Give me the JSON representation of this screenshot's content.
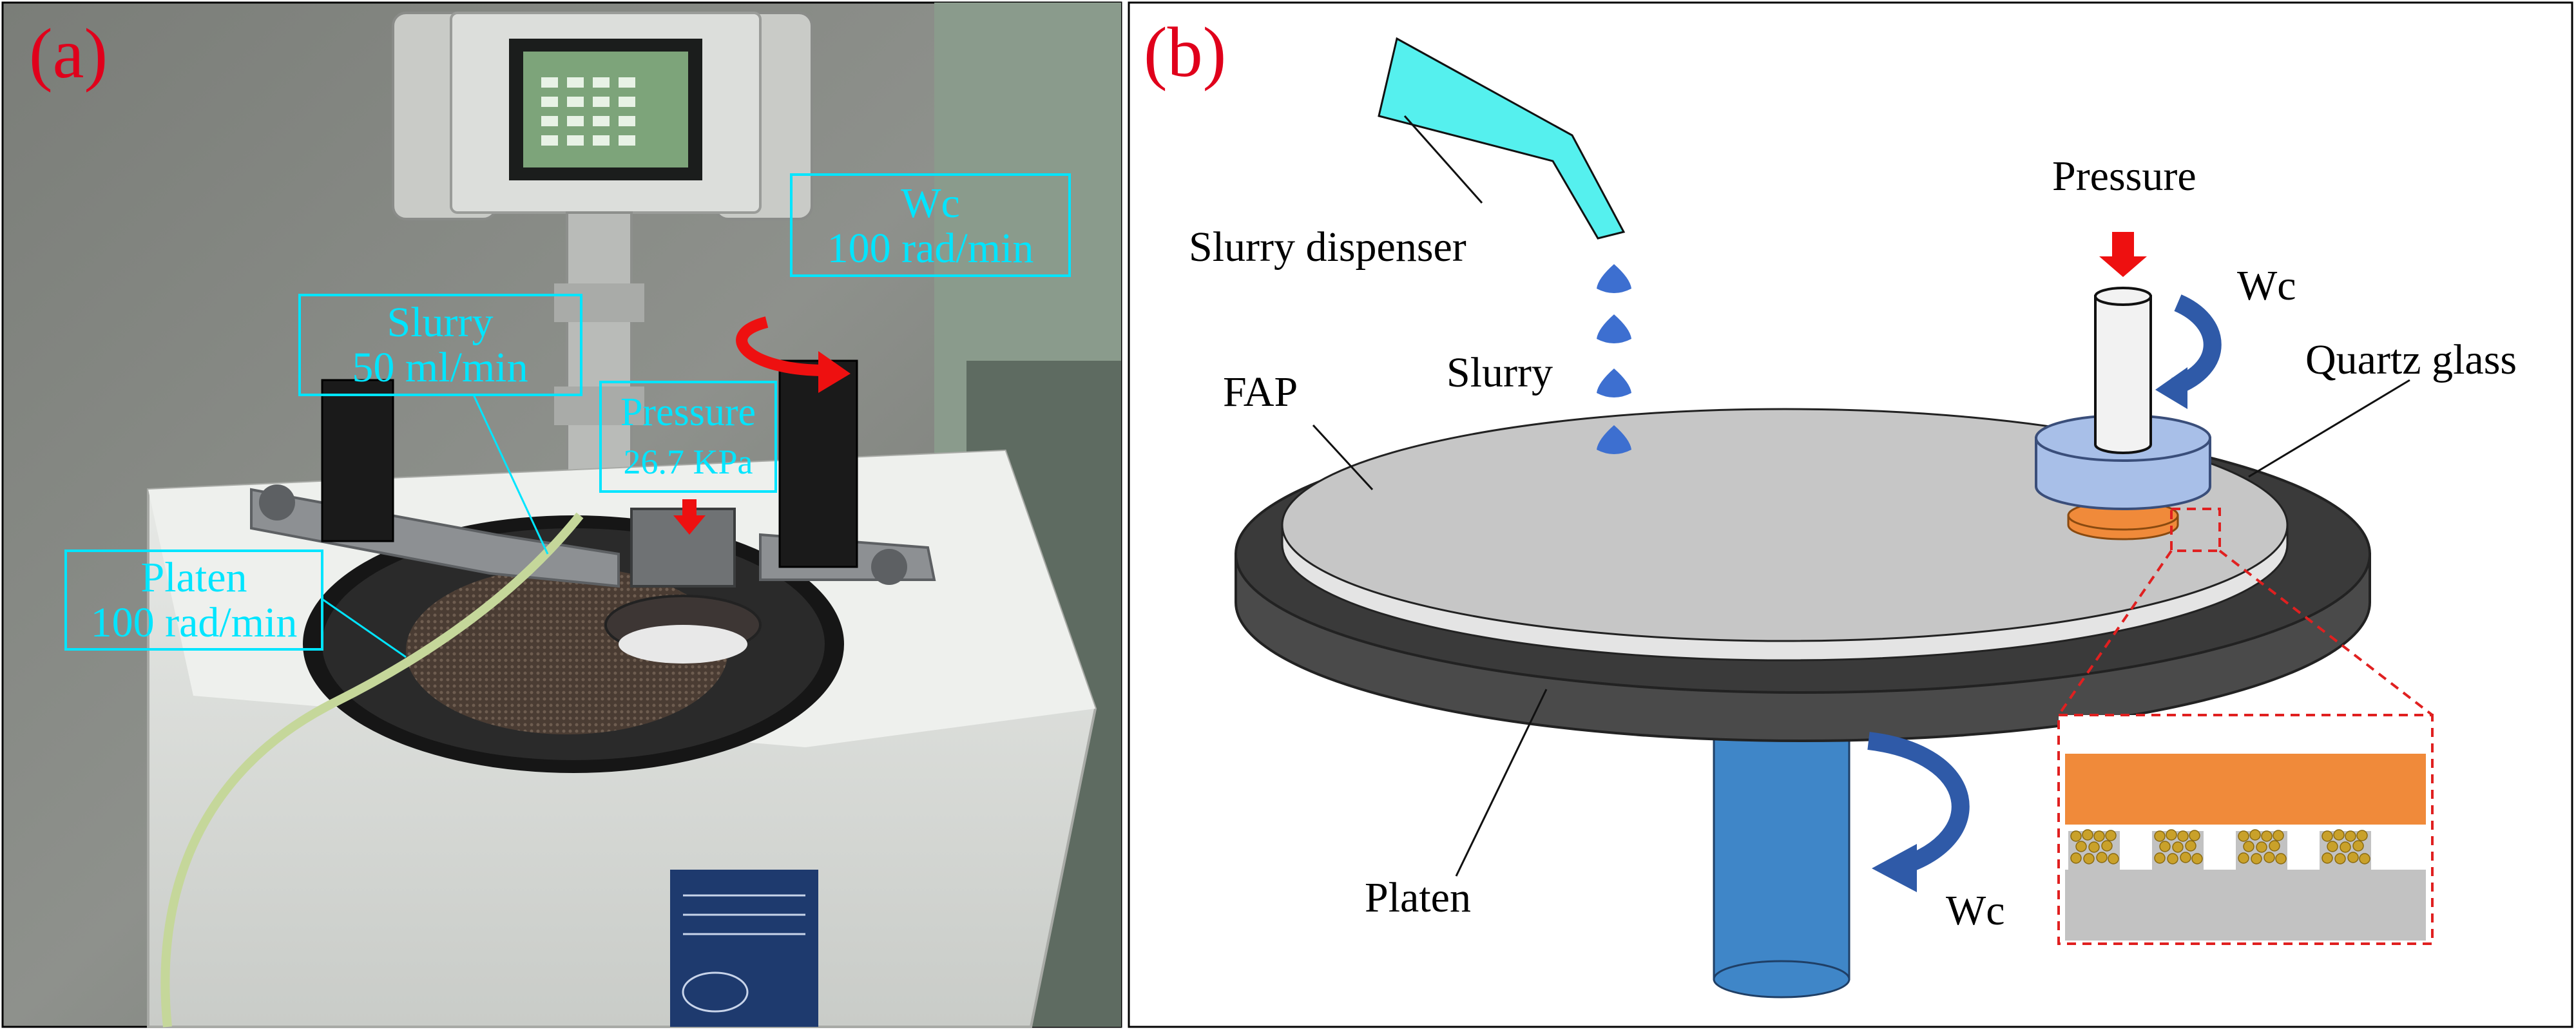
{
  "panel_a": {
    "letter": "(a)",
    "callouts": {
      "wc": [
        "Wc",
        "100 rad/min"
      ],
      "slurry": [
        "Slurry",
        "50 ml/min"
      ],
      "pressure": [
        "Pressure",
        "26.7 KPa"
      ],
      "platen": [
        "Platen",
        "100 rad/min"
      ]
    }
  },
  "panel_b": {
    "letter": "(b)",
    "labels": {
      "slurry_dispenser": "Slurry dispenser",
      "slurry": "Slurry",
      "fap": "FAP",
      "pressure": "Pressure",
      "wc_top": "Wc",
      "quartz_glass": "Quartz glass",
      "platen": "Platen",
      "wc_bottom": "Wc"
    }
  },
  "colors": {
    "panel_letter": "#e0001b",
    "callout": "#00e5ff",
    "slurry_drop": "#3d6fd0",
    "dispenser": "#55f0ee",
    "platen_dark": "#3a3a3a",
    "fap_gray": "#c6c6c6",
    "spindle_blue": "#3f86c8",
    "holder_blue": "#a8bfe8",
    "quartz_orange": "#f08a3a",
    "arrow_red": "#ee1010",
    "rotation_arrow": "#2f5aa8",
    "zoom_border": "#e02020"
  }
}
